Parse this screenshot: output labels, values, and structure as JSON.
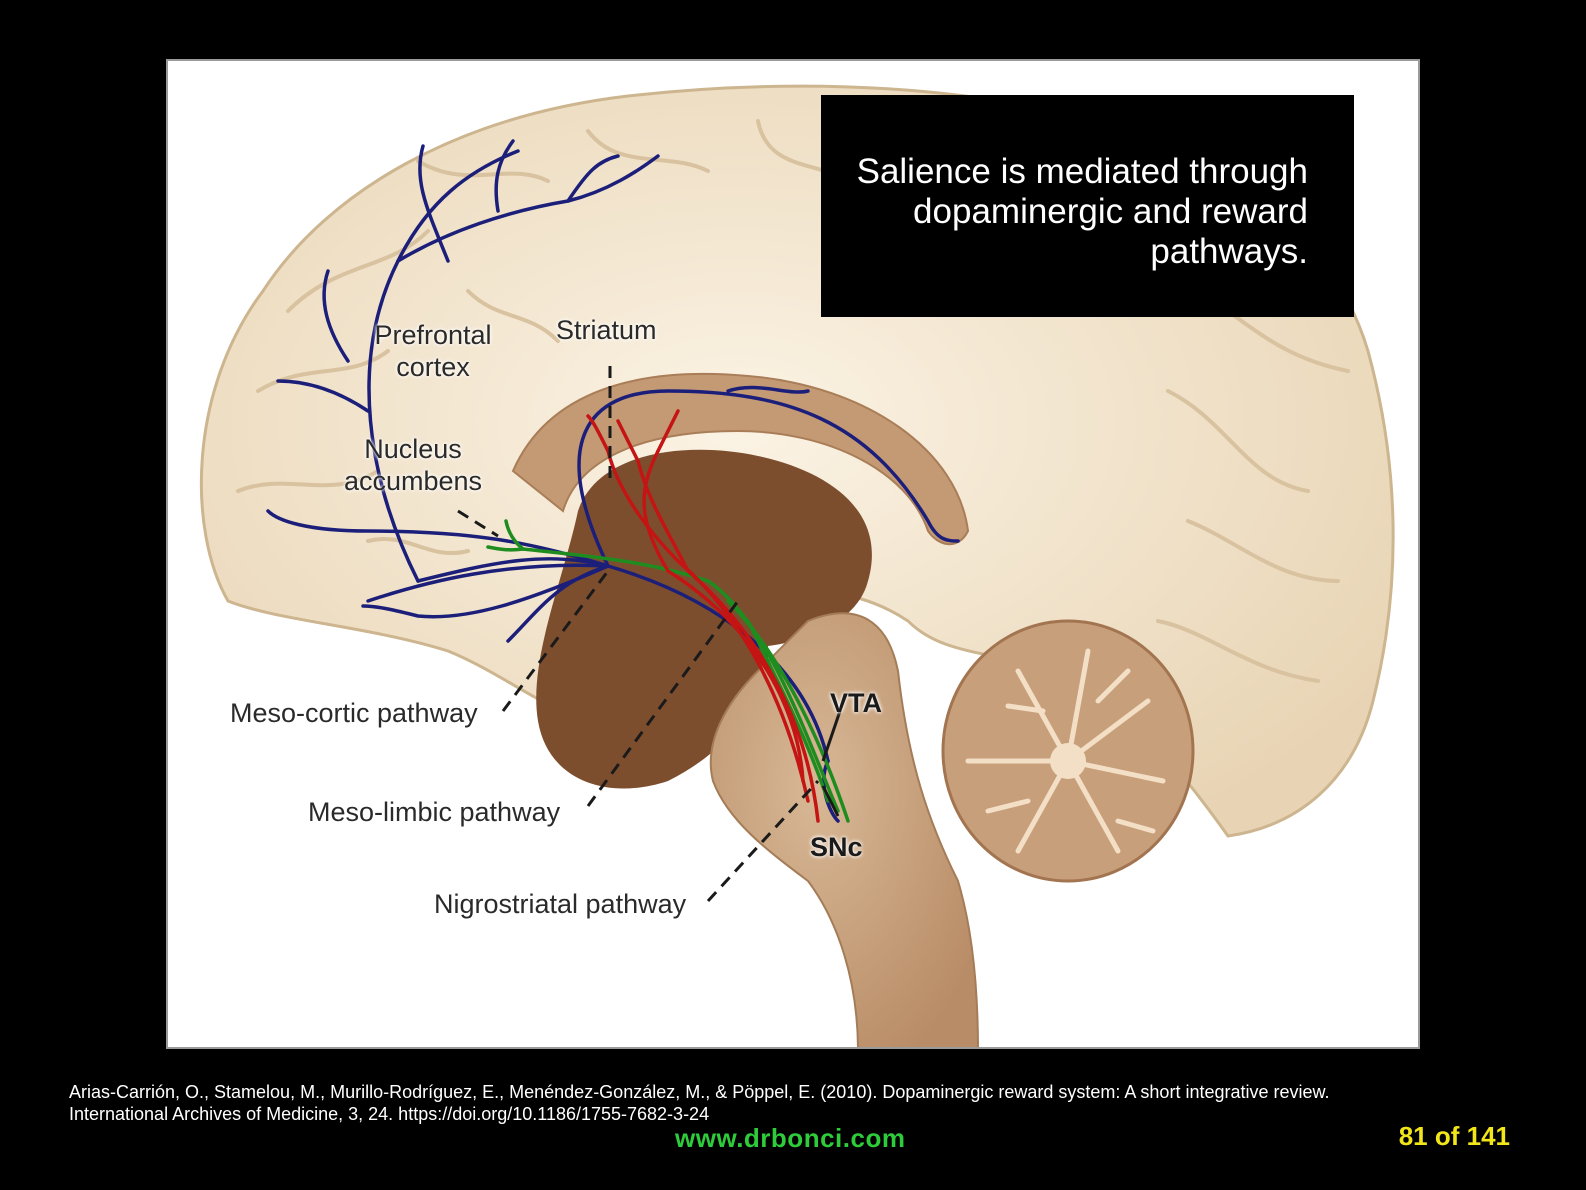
{
  "callout": {
    "text": "Salience is mediated through dopaminergic and reward pathways."
  },
  "labels": {
    "prefrontal_1": "Prefrontal",
    "prefrontal_2": "cortex",
    "striatum": "Striatum",
    "nucleus_1": "Nucleus",
    "nucleus_2": "accumbens",
    "meso_cortic": "Meso-cortic pathway",
    "meso_limbic": "Meso-limbic pathway",
    "nigrostriatal": "Nigrostriatal pathway",
    "vta": "VTA",
    "snc": "SNc"
  },
  "citation": {
    "line1": "Arias-Carrión, O., Stamelou, M., Murillo-Rodríguez, E., Menéndez-González, M., & Pöppel, E. (2010). Dopaminergic reward system: A short integrative review.",
    "line2": "International Archives of Medicine, 3, 24. https://doi.org/10.1186/1755-7682-3-24"
  },
  "footer": {
    "website": "www.drbonci.com",
    "slide_number": "81 of 141"
  },
  "colors": {
    "mesocortical": "#1c1f7a",
    "mesolimbic": "#1f8c1f",
    "nigrostriatal": "#c41414",
    "cortex": "#f3e6cf",
    "brainstem": "#c9a27e",
    "dark_tissue": "#7d4e2e"
  }
}
